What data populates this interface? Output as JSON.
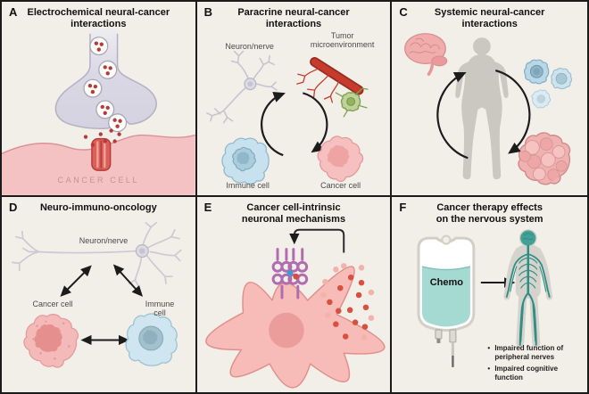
{
  "figure": {
    "description_colors": {
      "background": "#f2efe8",
      "border": "#1b1b1b",
      "cancer_pink": "#f5c2c3",
      "cancer_pink_dark": "#e29494",
      "neuron_gray": "#c6c4d0",
      "synapse_lavender": "#d6d4e1",
      "vesicle_red": "#b9393b",
      "vessel_red": "#c63b2d",
      "immune_blue": "#c7e2ee",
      "green_cell": "#bed29a",
      "receptor_purple": "#b06cae",
      "ligand_blue": "#3f9bd0",
      "chemo_teal": "#a5dad2",
      "nerve_teal": "#2f8e84",
      "body_gray": "#cbc8c2"
    }
  },
  "panels": {
    "a": {
      "letter": "A",
      "title": "Electrochemical neural-cancer\ninteractions",
      "cell_label": "CANCER CELL"
    },
    "b": {
      "letter": "B",
      "title": "Paracrine neural-cancer\ninteractions",
      "neuron_label": "Neuron/nerve",
      "tme_label": "Tumor\nmicroenvironment",
      "immune_label": "Immune cell",
      "cancer_label": "Cancer cell"
    },
    "c": {
      "letter": "C",
      "title": "Systemic neural-cancer\ninteractions"
    },
    "d": {
      "letter": "D",
      "title": "Neuro-immuno-oncology",
      "neuron_label": "Neuron/nerve",
      "cancer_label": "Cancer cell",
      "immune_label": "Immune cell"
    },
    "e": {
      "letter": "E",
      "title": "Cancer cell-intrinsic\nneuronal mechanisms"
    },
    "f": {
      "letter": "F",
      "title": "Cancer therapy effects\non the nervous system",
      "bag_label": "Chemo",
      "bullets": [
        "Impaired function of peripheral nerves",
        "Impaired cognitive function"
      ]
    }
  }
}
